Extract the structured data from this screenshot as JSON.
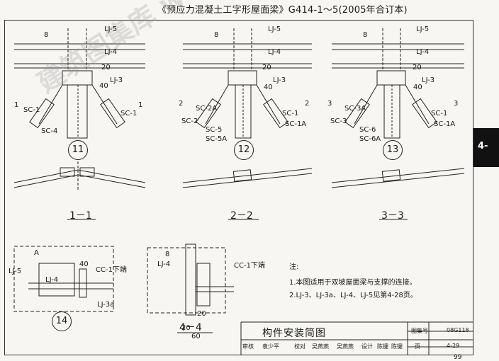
{
  "header": {
    "title": "《预应力混凝土工字形屋面梁》G414-1～5(2005年合订本)"
  },
  "side_tab": {
    "label": "4-"
  },
  "detail11": {
    "num": "11",
    "labels": {
      "a": "8",
      "b": "LJ-5",
      "c": "LJ-4",
      "d": "20",
      "e": "LJ-3",
      "f": "40",
      "g": "SC-1",
      "h": "SC-1",
      "i": "SC-4",
      "j": "1",
      "k": "1"
    }
  },
  "detail12": {
    "num": "12",
    "labels": {
      "a": "8",
      "b": "LJ-5",
      "c": "LJ-4",
      "d": "20",
      "e": "LJ-3",
      "f": "40",
      "g": "SC-2A",
      "h": "SC-2",
      "i": "SC-1A",
      "j": "SC-1",
      "k": "SC-5",
      "l": "SC-5A",
      "m": "2",
      "n": "2"
    }
  },
  "detail13": {
    "num": "13",
    "labels": {
      "a": "8",
      "b": "LJ-5",
      "c": "LJ-4",
      "d": "20",
      "e": "LJ-3",
      "f": "40",
      "g": "SC-3A",
      "h": "SC-3",
      "i": "SC-1",
      "j": "SC-1A",
      "k": "SC-6",
      "l": "SC-6A",
      "m": "3",
      "n": "3"
    }
  },
  "sections": {
    "s1": "1－1",
    "s2": "2－2",
    "s3": "3－3",
    "s4": "4－4"
  },
  "detail14": {
    "num": "14",
    "labels": {
      "a": "A",
      "b": "LJ-5",
      "c": "LJ-4",
      "d": "40",
      "e": "CC-1下端",
      "f": "LJ-3a"
    }
  },
  "detail44": {
    "labels": {
      "a": "8",
      "b": "LJ-4",
      "c": "CC-1下端",
      "d": "20",
      "e": "20",
      "f": "60"
    }
  },
  "notes": {
    "title": "注:",
    "n1": "1.本图适用于双坡屋面梁与支撑的连接。",
    "n2": "2.LJ-3、LJ-3a、LJ-4、LJ-5见第4-28页。"
  },
  "title_block": {
    "drawing_name": "构件安装简图",
    "set_no_label": "图集号",
    "set_no": "08G118",
    "page_label": "页",
    "page_value": "4-29",
    "row": [
      "审核",
      "袁少平",
      "校对",
      "吴燕燕",
      "吴燕燕",
      "设计",
      "陈键",
      "陈键"
    ]
  },
  "page_number": "99",
  "watermark": "建筑图集库 www.tujiku.com"
}
